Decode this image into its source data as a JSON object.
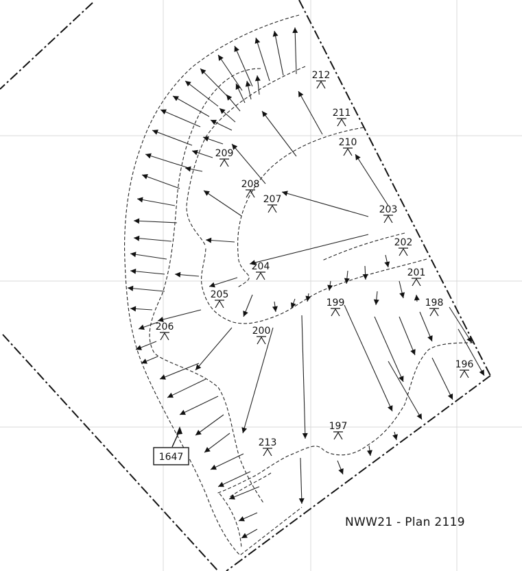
{
  "title": "NWW21 - Plan 2119",
  "callout": {
    "label": "1647"
  },
  "markers": [
    {
      "label": "212"
    },
    {
      "label": "211"
    },
    {
      "label": "210"
    },
    {
      "label": "209"
    },
    {
      "label": "208"
    },
    {
      "label": "207"
    },
    {
      "label": "203"
    },
    {
      "label": "202"
    },
    {
      "label": "201"
    },
    {
      "label": "204"
    },
    {
      "label": "205"
    },
    {
      "label": "199"
    },
    {
      "label": "198"
    },
    {
      "label": "206"
    },
    {
      "label": "200"
    },
    {
      "label": "196"
    },
    {
      "label": "197"
    },
    {
      "label": "213"
    }
  ],
  "legend_icon": "survey-marker-caret-icon"
}
